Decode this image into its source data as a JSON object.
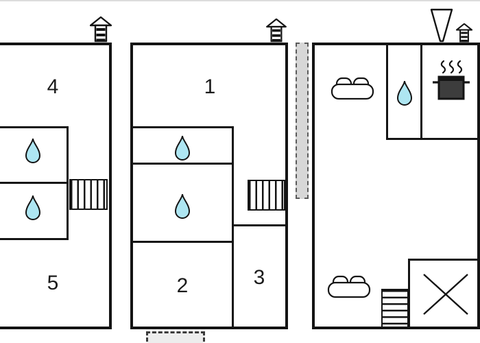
{
  "plan": {
    "kind": "apartment-floor-plan",
    "rooms": {
      "left_top": {
        "label": "4"
      },
      "left_bottom": {
        "label": "5"
      },
      "middle_top": {
        "label": "1"
      },
      "middle_bottom_left": {
        "label": "2"
      },
      "middle_bottom_right": {
        "label": "3"
      }
    },
    "colors": {
      "wall": "#141414",
      "water_drop_fill": "#aee6f2",
      "hatched_divider_fill": "#d7d7d7",
      "background": "#ffffff"
    },
    "icons": {
      "water_drop": "water-drop-icon",
      "chimney": "chimney-icon",
      "flue_cone": "flue-cone-icon",
      "sofa": "sofa-icon",
      "cooking_pot": "cooking-pot-icon",
      "stairs": "stairs-icon",
      "cross": "cross-icon"
    }
  }
}
